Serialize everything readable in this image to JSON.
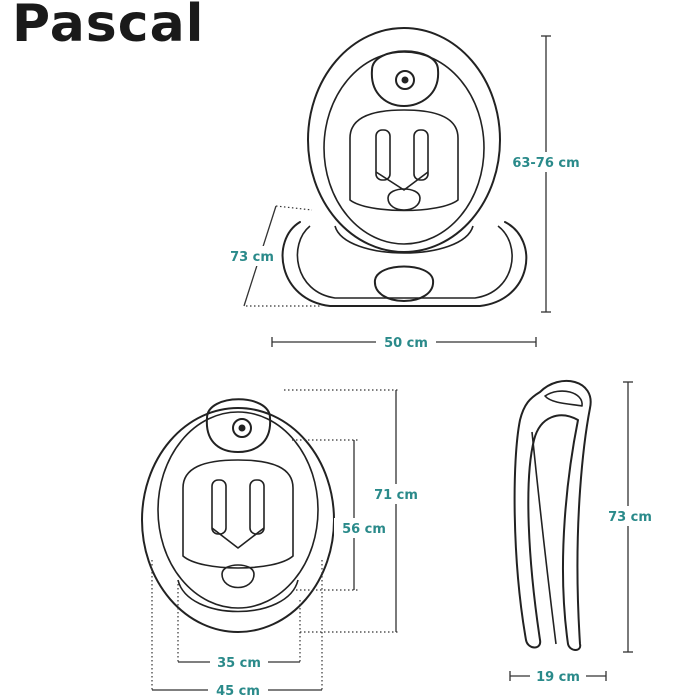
{
  "title": "Pascal",
  "dimensions": {
    "top_height": "63-76 cm",
    "top_depth": "73 cm",
    "top_width": "50 cm",
    "bottom_outer_height": "71 cm",
    "bottom_inner_height": "56 cm",
    "bottom_seat_width": "35 cm",
    "bottom_outer_width": "45 cm",
    "side_height": "73 cm",
    "side_depth": "19 cm"
  },
  "colors": {
    "label": "#2a8a8a",
    "outline": "#222222",
    "title": "#1a1a1a"
  }
}
